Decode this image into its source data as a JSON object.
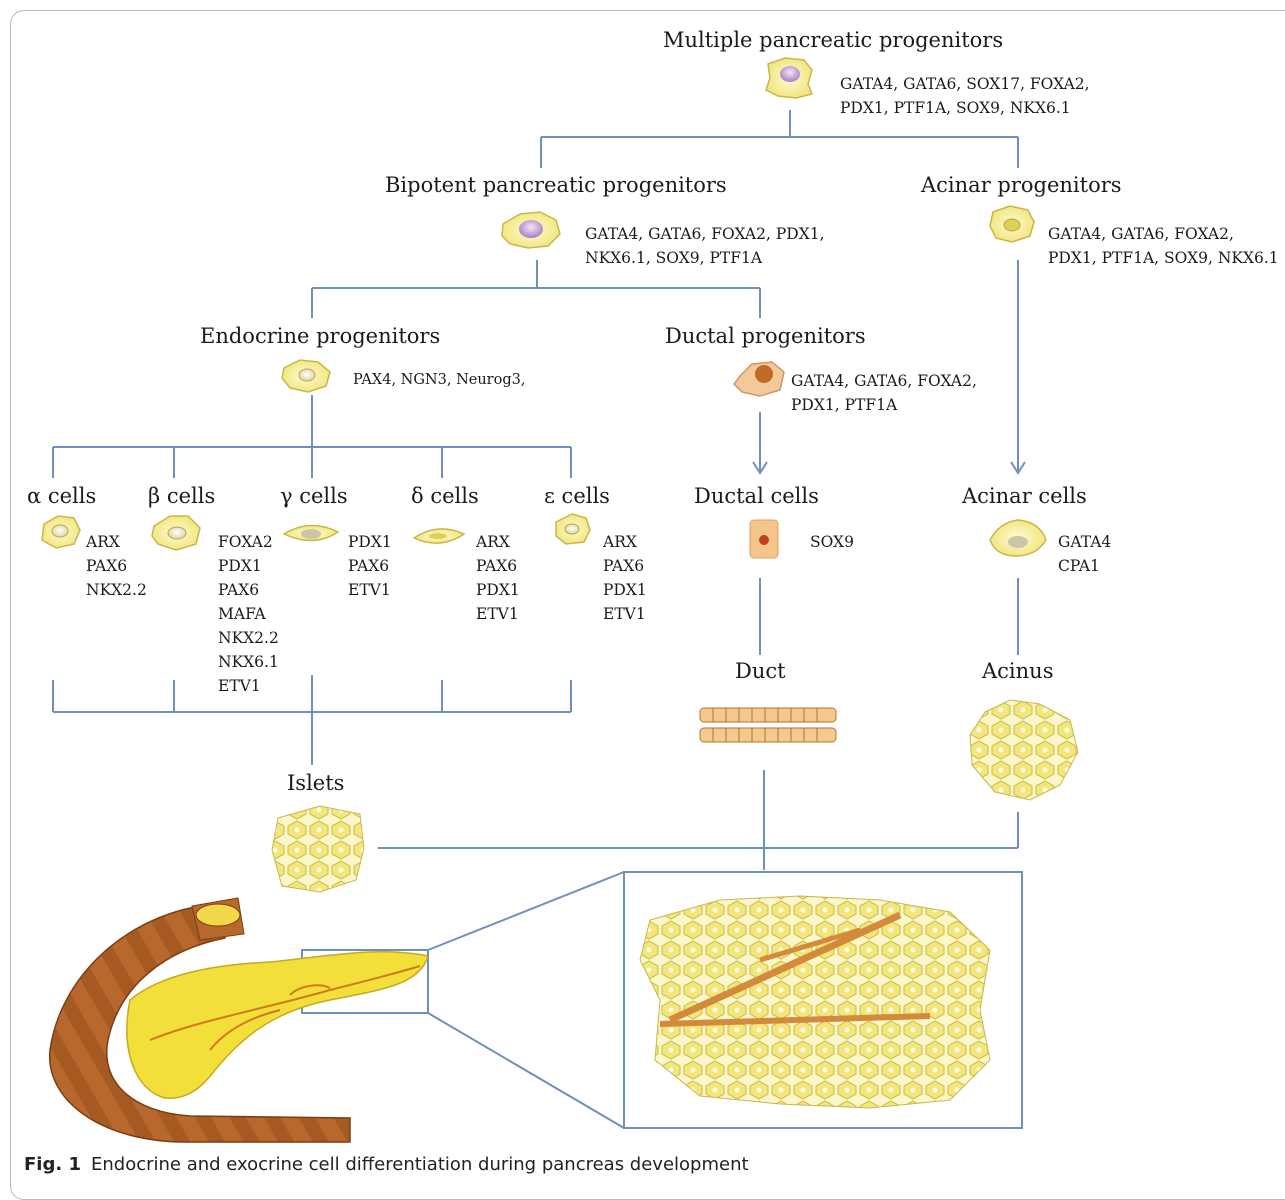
{
  "nodes": {
    "multiple": {
      "title": "Multiple pancreatic progenitors",
      "markers": "GATA4, GATA6, SOX17, FOXA2,\nPDX1, PTF1A, SOX9, NKX6.1"
    },
    "bipotent": {
      "title": "Bipotent pancreatic progenitors",
      "markers": "GATA4, GATA6, FOXA2, PDX1,\nNKX6.1, SOX9, PTF1A"
    },
    "acinar_prog": {
      "title": "Acinar progenitors",
      "markers": "GATA4, GATA6, FOXA2,\nPDX1, PTF1A, SOX9, NKX6.1"
    },
    "endocrine": {
      "title": "Endocrine progenitors",
      "markers": "PAX4, NGN3, Neurog3,"
    },
    "ductal_prog": {
      "title": "Ductal progenitors",
      "markers": "GATA4, GATA6,  FOXA2,\nPDX1, PTF1A"
    },
    "alpha": {
      "title": "α cells",
      "markers": "ARX\nPAX6\nNKX2.2"
    },
    "beta": {
      "title": "β cells",
      "markers": "FOXA2\nPDX1\nPAX6\nMAFA\nNKX2.2\nNKX6.1\nETV1"
    },
    "gamma": {
      "title": "γ cells",
      "markers": "PDX1\nPAX6\nETV1"
    },
    "delta": {
      "title": "δ cells",
      "markers": "ARX\nPAX6\nPDX1\nETV1"
    },
    "epsilon": {
      "title": "ε cells",
      "markers": "ARX\nPAX6\nPDX1\nETV1"
    },
    "ductal_cells": {
      "title": "Ductal cells",
      "markers": "SOX9"
    },
    "acinar_cells": {
      "title": "Acinar cells",
      "markers": "GATA4\nCPA1"
    },
    "duct": {
      "title": "Duct"
    },
    "acinus": {
      "title": "Acinus"
    },
    "islets": {
      "title": "Islets"
    }
  },
  "caption": {
    "label": "Fig. 1",
    "text": "Endocrine and exocrine cell differentiation during pancreas development"
  },
  "colors": {
    "line": "#6f8fbf",
    "cell_fill": "#f6ef9c",
    "cell_edge": "#c9b94a",
    "nucleus": "#c9a0d8",
    "pancreas": "#f2df3a",
    "duodenum": "#b7662a"
  }
}
